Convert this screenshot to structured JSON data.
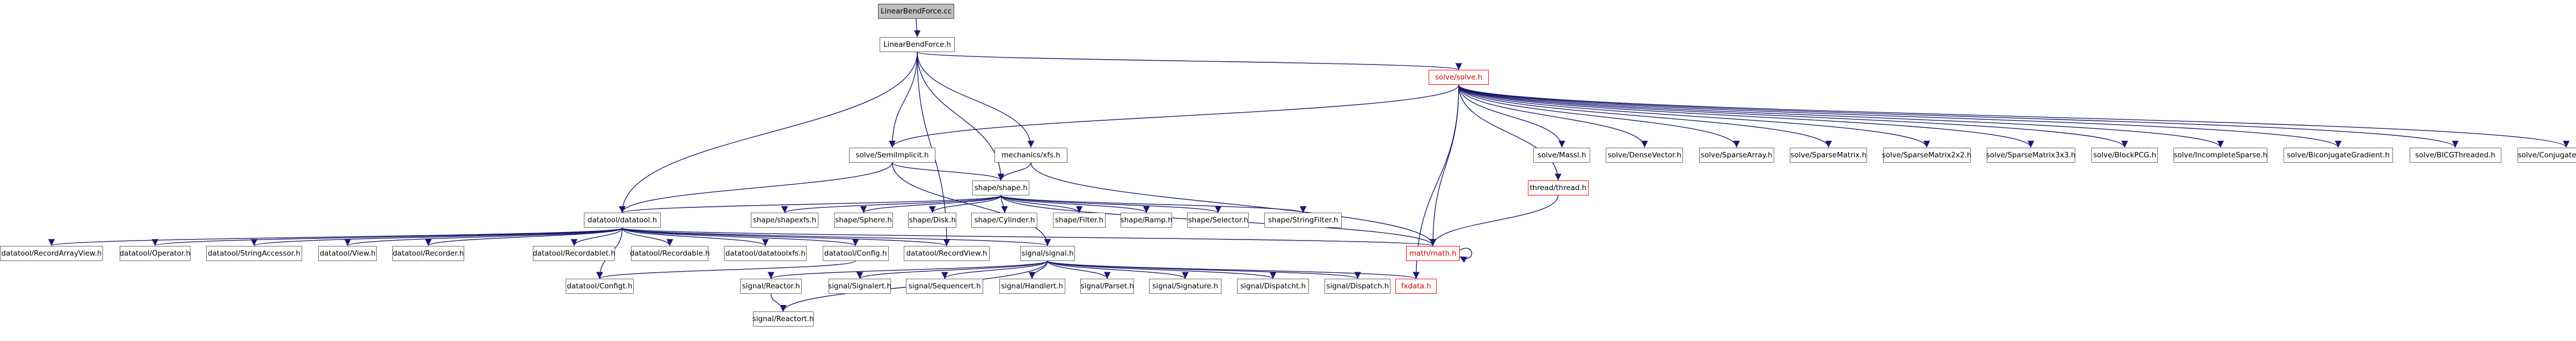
{
  "diagram": {
    "nodes": [
      {
        "id": "root",
        "label": "LinearBendForce.cc",
        "style": "root"
      },
      {
        "id": "lbf",
        "label": "LinearBendForce.h"
      },
      {
        "id": "solve",
        "label": "solve/solve.h",
        "style": "redtext"
      },
      {
        "id": "semi",
        "label": "solve/SemiImplicit.h"
      },
      {
        "id": "mechx",
        "label": "mechanics/xfs.h"
      },
      {
        "id": "shape",
        "label": "shape/shape.h"
      },
      {
        "id": "mass",
        "label": "solve/Massl.h"
      },
      {
        "id": "dvec",
        "label": "solve/DenseVector.h"
      },
      {
        "id": "sarr",
        "label": "solve/SparseArray.h"
      },
      {
        "id": "smat",
        "label": "solve/SparseMatrix.h"
      },
      {
        "id": "smat2",
        "label": "solve/SparseMatrix2x2.h"
      },
      {
        "id": "smat3",
        "label": "solve/SparseMatrix3x3.h"
      },
      {
        "id": "bpcg",
        "label": "solve/BlockPCG.h"
      },
      {
        "id": "incsp",
        "label": "solve/IncompleteSparse.h"
      },
      {
        "id": "bicg",
        "label": "solve/BiconjugateGradient.h"
      },
      {
        "id": "bicgt",
        "label": "solve/BICGThreaded.h"
      },
      {
        "id": "cg",
        "label": "solve/ConjugateGradient.h"
      },
      {
        "id": "thread",
        "label": "thread/thread.h",
        "style": "red"
      },
      {
        "id": "datatool",
        "label": "datatool/datatool.h"
      },
      {
        "id": "shxfs",
        "label": "shape/shapexfs.h"
      },
      {
        "id": "sphere",
        "label": "shape/Sphere.h"
      },
      {
        "id": "disk",
        "label": "shape/Disk.h"
      },
      {
        "id": "cyl",
        "label": "shape/Cylinder.h"
      },
      {
        "id": "filter",
        "label": "shape/Filter.h"
      },
      {
        "id": "ramp",
        "label": "shape/Ramp.h"
      },
      {
        "id": "selector",
        "label": "shape/Selector.h"
      },
      {
        "id": "sfilter",
        "label": "shape/StringFilter.h"
      },
      {
        "id": "mathh",
        "label": "math/math.h",
        "style": "redtext"
      },
      {
        "id": "rav",
        "label": "datatool/RecordArrayView.h"
      },
      {
        "id": "oper",
        "label": "datatool/Operator.h"
      },
      {
        "id": "stracc",
        "label": "datatool/StringAccessor.h"
      },
      {
        "id": "view",
        "label": "datatool/View.h"
      },
      {
        "id": "recorder",
        "label": "datatool/Recorder.h"
      },
      {
        "id": "recordablet",
        "label": "datatool/Recordablet.h"
      },
      {
        "id": "recordable",
        "label": "datatool/Recordable.h"
      },
      {
        "id": "dtxfs",
        "label": "datatool/datatoolxfs.h"
      },
      {
        "id": "config",
        "label": "datatool/Config.h"
      },
      {
        "id": "rview",
        "label": "datatool/RecordView.h"
      },
      {
        "id": "signal",
        "label": "signal/signal.h"
      },
      {
        "id": "configt",
        "label": "datatool/Configt.h"
      },
      {
        "id": "reactor",
        "label": "signal/Reactor.h"
      },
      {
        "id": "reactort",
        "label": "signal/Reactort.h"
      },
      {
        "id": "signalert",
        "label": "signal/Signalert.h"
      },
      {
        "id": "sequencert",
        "label": "signal/Sequencert.h"
      },
      {
        "id": "handlert",
        "label": "signal/Handlert.h"
      },
      {
        "id": "parset",
        "label": "signal/Parset.h"
      },
      {
        "id": "signature",
        "label": "signal/Signature.h"
      },
      {
        "id": "dispatcht",
        "label": "signal/Dispatcht.h"
      },
      {
        "id": "dispatch",
        "label": "signal/Dispatch.h"
      },
      {
        "id": "fxdata",
        "label": "fxdata.h",
        "style": "redtext"
      }
    ],
    "edges": [
      [
        "root",
        "lbf"
      ],
      [
        "lbf",
        "solve"
      ],
      [
        "lbf",
        "semi"
      ],
      [
        "lbf",
        "mechx"
      ],
      [
        "lbf",
        "shape"
      ],
      [
        "lbf",
        "datatool"
      ],
      [
        "lbf",
        "rview"
      ],
      [
        "solve",
        "semi"
      ],
      [
        "solve",
        "mathh"
      ],
      [
        "solve",
        "mass"
      ],
      [
        "solve",
        "dvec"
      ],
      [
        "solve",
        "sarr"
      ],
      [
        "solve",
        "smat"
      ],
      [
        "solve",
        "smat2"
      ],
      [
        "solve",
        "smat3"
      ],
      [
        "solve",
        "bpcg"
      ],
      [
        "solve",
        "incsp"
      ],
      [
        "solve",
        "bicg"
      ],
      [
        "solve",
        "bicgt"
      ],
      [
        "solve",
        "cg"
      ],
      [
        "solve",
        "thread"
      ],
      [
        "solve",
        "fxdata"
      ],
      [
        "semi",
        "shape"
      ],
      [
        "semi",
        "datatool"
      ],
      [
        "semi",
        "signal"
      ],
      [
        "mechx",
        "shape"
      ],
      [
        "mechx",
        "mathh"
      ],
      [
        "thread",
        "mathh"
      ],
      [
        "shape",
        "datatool"
      ],
      [
        "shape",
        "shxfs"
      ],
      [
        "shape",
        "sphere"
      ],
      [
        "shape",
        "disk"
      ],
      [
        "shape",
        "cyl"
      ],
      [
        "shape",
        "filter"
      ],
      [
        "shape",
        "ramp"
      ],
      [
        "shape",
        "selector"
      ],
      [
        "shape",
        "sfilter"
      ],
      [
        "shape",
        "mathh"
      ],
      [
        "datatool",
        "rav"
      ],
      [
        "datatool",
        "oper"
      ],
      [
        "datatool",
        "stracc"
      ],
      [
        "datatool",
        "view"
      ],
      [
        "datatool",
        "recorder"
      ],
      [
        "datatool",
        "recordablet"
      ],
      [
        "datatool",
        "recordable"
      ],
      [
        "datatool",
        "dtxfs"
      ],
      [
        "datatool",
        "config"
      ],
      [
        "datatool",
        "rview"
      ],
      [
        "datatool",
        "signal"
      ],
      [
        "datatool",
        "configt"
      ],
      [
        "datatool",
        "mathh"
      ],
      [
        "config",
        "configt"
      ],
      [
        "signal",
        "reactor"
      ],
      [
        "signal",
        "reactort"
      ],
      [
        "signal",
        "signalert"
      ],
      [
        "signal",
        "sequencert"
      ],
      [
        "signal",
        "handlert"
      ],
      [
        "signal",
        "parset"
      ],
      [
        "signal",
        "signature"
      ],
      [
        "signal",
        "dispatcht"
      ],
      [
        "signal",
        "dispatch"
      ],
      [
        "signal",
        "fxdata"
      ],
      [
        "reactor",
        "reactort"
      ],
      [
        "mathh",
        "mathh"
      ]
    ]
  },
  "colors": {
    "edge": "#191970",
    "node_border": "#666666",
    "root_fill": "#bfbfbf",
    "missing_border": "#ff0000",
    "missing_text": "#cc0000"
  }
}
